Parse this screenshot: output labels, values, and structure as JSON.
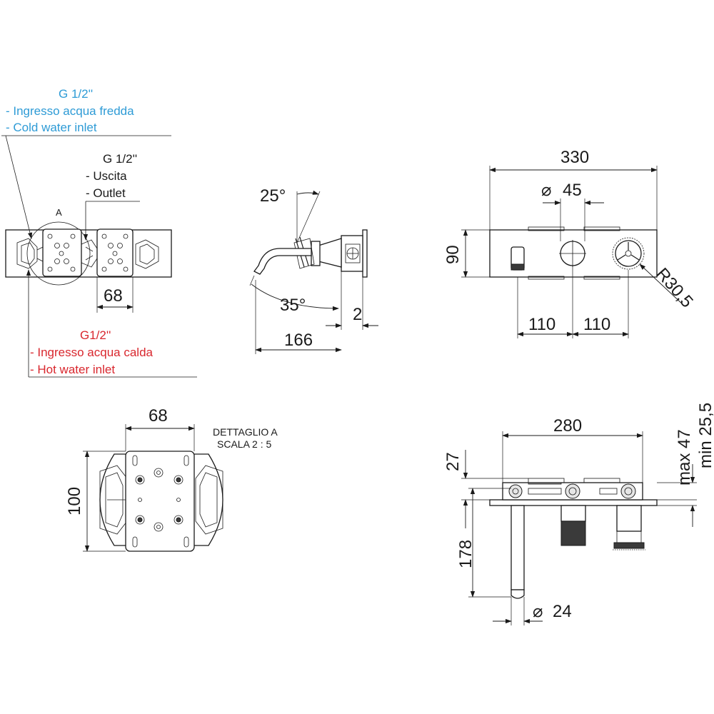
{
  "colors": {
    "line": "#1a1a1a",
    "cold": "#2e9bd6",
    "hot": "#d9272e"
  },
  "callouts": {
    "cold": {
      "thread": "G 1/2''",
      "line_it": "- Ingresso acqua fredda",
      "line_en": "- Cold water inlet"
    },
    "outlet": {
      "thread": "G 1/2''",
      "line_it": "- Uscita",
      "line_en": "- Outlet"
    },
    "hot": {
      "thread": "G1/2''",
      "line_it": "- Ingresso acqua calda",
      "line_en": "- Hot water inlet"
    }
  },
  "front_view": {
    "detail_marker": "A",
    "dim_width": "68"
  },
  "side_view": {
    "angle_top": "25°",
    "angle_bottom": "35°",
    "dim_gap": "2",
    "dim_length": "166"
  },
  "plate_view": {
    "dim_width": "330",
    "dim_dia": "45",
    "dim_height": "90",
    "dim_left": "110",
    "dim_right": "110",
    "dim_radius": "R30,5",
    "dia_symbol": "⌀"
  },
  "detail_view": {
    "title": "DETTAGLIO A",
    "scale": "SCALA 2 : 5",
    "dim_width": "68",
    "dim_height": "100"
  },
  "top_view": {
    "dim_width": "280",
    "dim_27": "27",
    "dim_max": "max 47",
    "dim_min": "min 25,5",
    "dim_178": "178",
    "dim_dia": "24",
    "dia_symbol": "⌀"
  }
}
